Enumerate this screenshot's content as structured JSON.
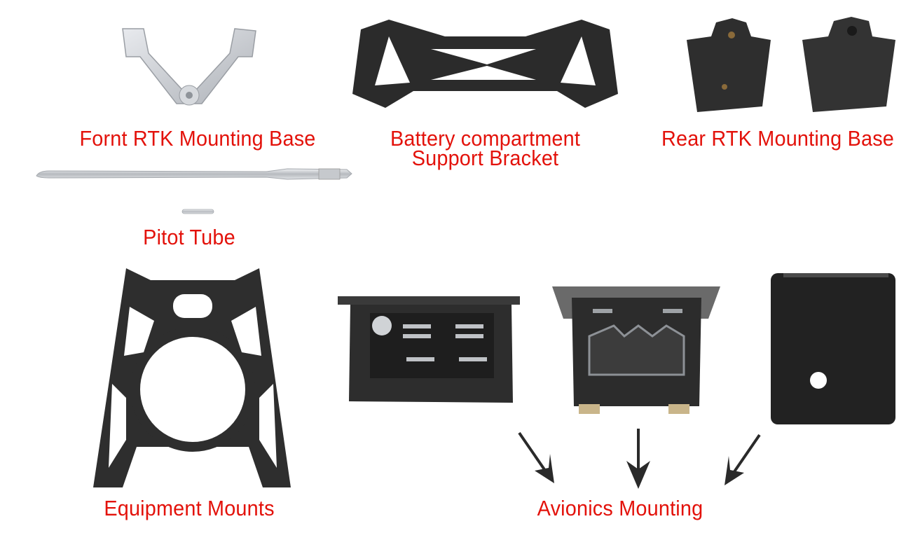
{
  "labels": {
    "front_rtk": "Fornt RTK Mounting Base",
    "battery_line1": "Battery compartment",
    "battery_line2": "Support Bracket",
    "rear_rtk": "Rear RTK Mounting Base",
    "pitot": "Pitot Tube",
    "equipment": "Equipment Mounts",
    "avionics": "Avionics Mounting"
  },
  "colors": {
    "label": "#e3120b",
    "carbon": "#2b2b2b",
    "metal": "#c9ccd1",
    "arrow": "#2a2a2a"
  }
}
